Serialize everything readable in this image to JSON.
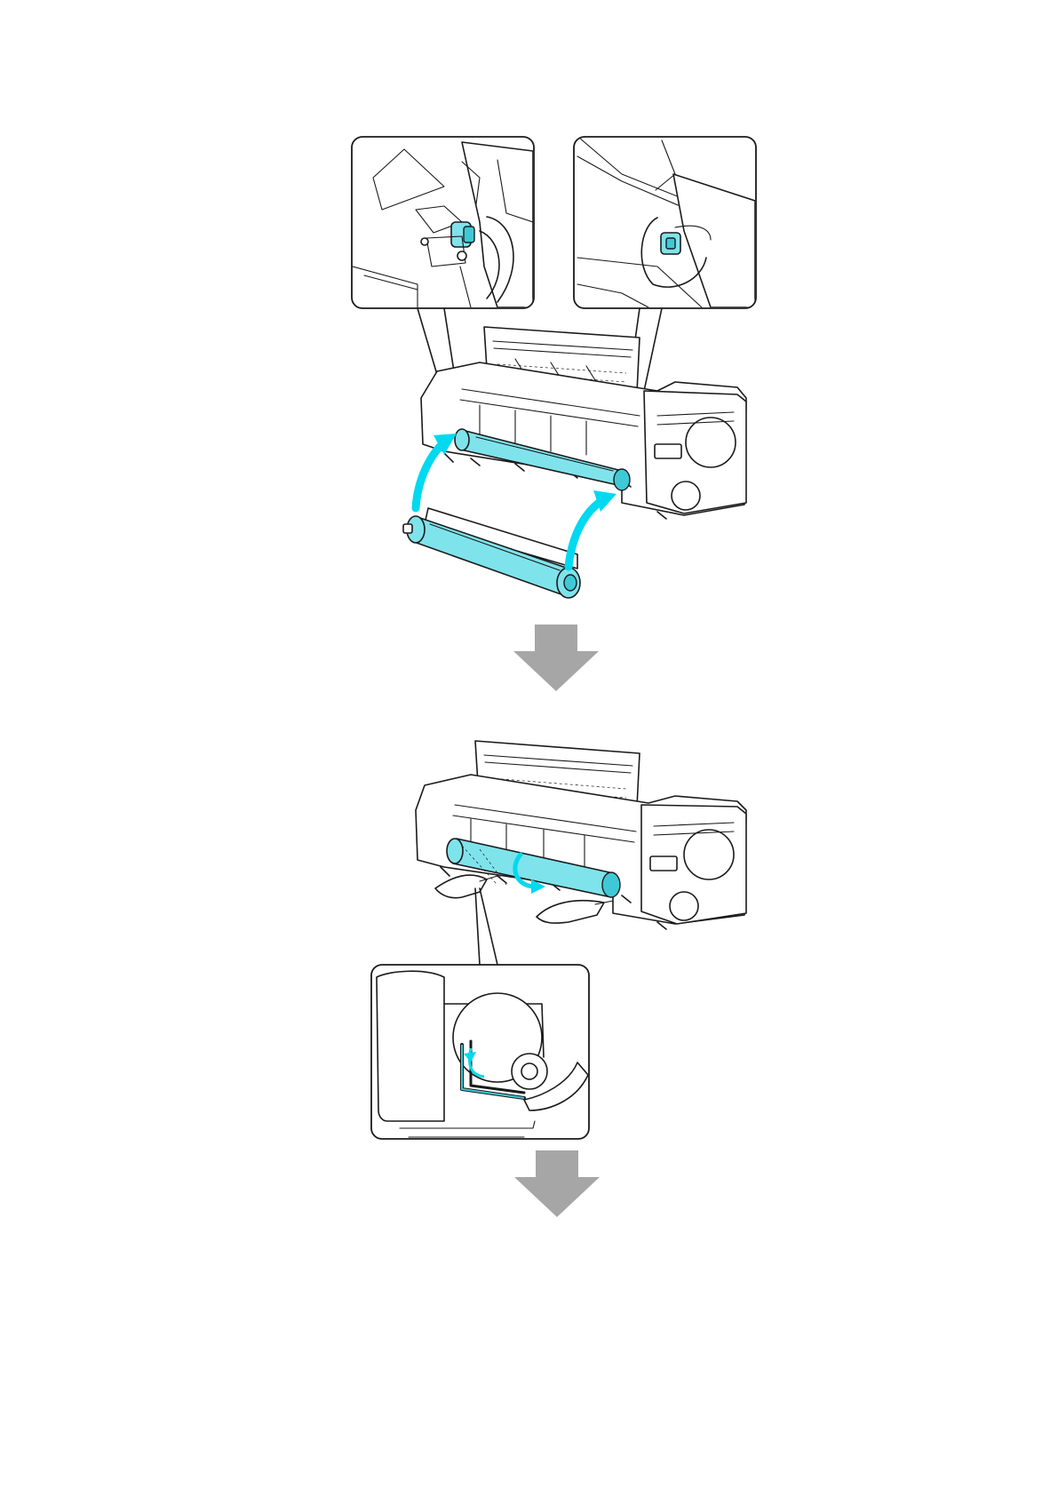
{
  "figure": {
    "colors": {
      "highlight": "#7fe3ec",
      "motion_arrow": "#00d9ef",
      "flow_arrow": "#a6a6a6",
      "line": "#1a1a1a"
    },
    "steps": [
      {
        "panel": "install-roll-holder-into-printer",
        "callouts": [
          "left-holder-slot-detail",
          "right-holder-slot-detail"
        ]
      },
      {
        "panel": "rotate-roll-backward-by-hand",
        "callouts": [
          "paper-feed-path-detail"
        ]
      }
    ],
    "icons": [
      "printer-illustration",
      "roll-holder-illustration",
      "curved-arrow-icon",
      "down-arrow-icon",
      "hand-illustration"
    ]
  }
}
